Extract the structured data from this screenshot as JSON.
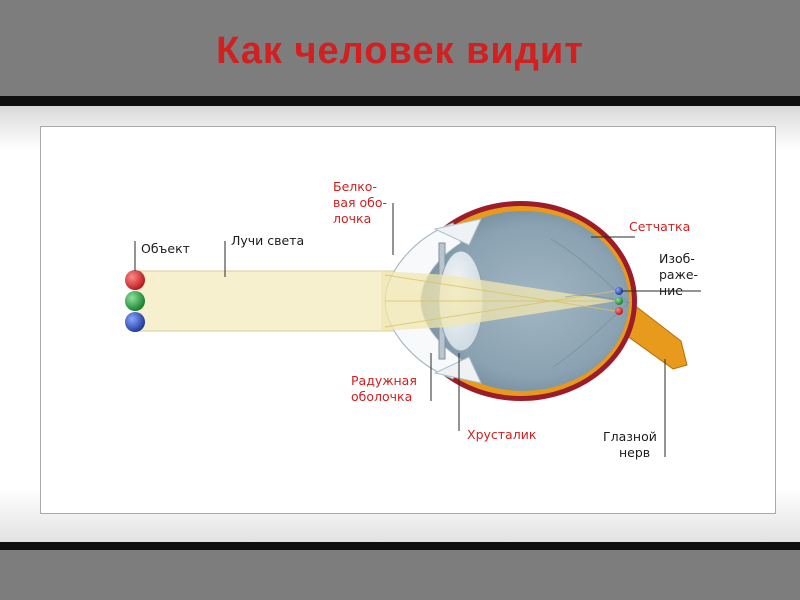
{
  "slide": {
    "title": "Как человек видит"
  },
  "diagram": {
    "labels": {
      "object": "Объект",
      "rays": "Лучи света",
      "sclera": [
        "Белко-",
        "вая обо-",
        "лочка"
      ],
      "retina": "Сетчатка",
      "image": [
        "Изоб-",
        "раже-",
        "ние"
      ],
      "iris": [
        "Радужная",
        "оболочка"
      ],
      "lens": "Хрусталик",
      "optic_nerve": [
        "Глазной",
        "нерв"
      ]
    },
    "colors": {
      "title": "#d21f1f",
      "label_red": "#d11f1f",
      "label_black": "#1c1c1c",
      "sclera_ring": "#9c1c2a",
      "choroid": "#e79a1c",
      "eyeball": "#7f98a8",
      "optic_nerve": "#e79a1c",
      "object_red": "#d32222",
      "object_green": "#1e9a35",
      "object_blue": "#2248b8",
      "rays": "#f5eec9"
    },
    "object_dots": [
      "red",
      "green",
      "blue"
    ]
  }
}
